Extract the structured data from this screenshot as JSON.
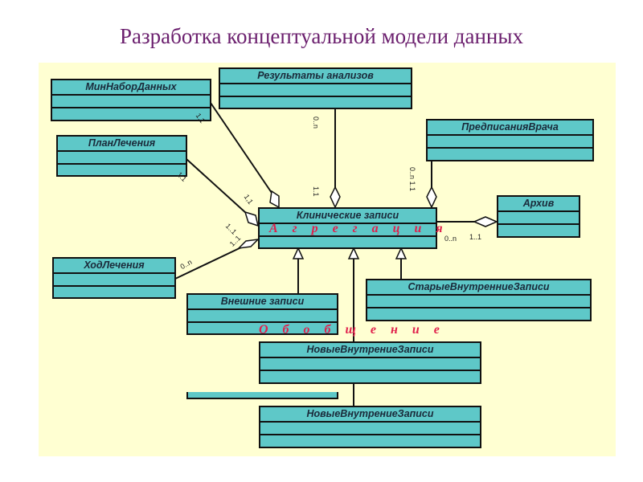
{
  "title": "Разработка концептуальной модели данных",
  "classes": {
    "min_nabor": "МинНаборДанных",
    "results": "Результаты анализов",
    "plan": "ПланЛечения",
    "prescriptions": "ПредписанияВрача",
    "archive": "Архив",
    "clinical": "Клинические записи",
    "course": "ХодЛечения",
    "external": "Внешние записи",
    "old_internal": "СтарыеВнутренниеЗаписи",
    "new_internal_1": "НовыеВнутрениеЗаписи",
    "new_internal_2": "НовыеВнутрениеЗаписи"
  },
  "multiplicities": {
    "min_nabor_end": "1,1",
    "min_nabor_clin": "1,1",
    "results_top": "0..n",
    "results_bottom": "1.1",
    "plan_end": "1.1",
    "plan_clin": "1..1",
    "prescr": "0..n 1.1",
    "archive_left": "0..n",
    "archive_right": "1..1",
    "course_end": "0..n",
    "course_clin": "1..1"
  },
  "labels": {
    "aggregation": "А г р е г а ц и я",
    "generalization": "О б о б щ е н и е"
  },
  "colors": {
    "class_fill": "#5ec8c8",
    "panel": "#ffffd2",
    "title": "#6b1f6e",
    "annotation": "#e0204c"
  }
}
